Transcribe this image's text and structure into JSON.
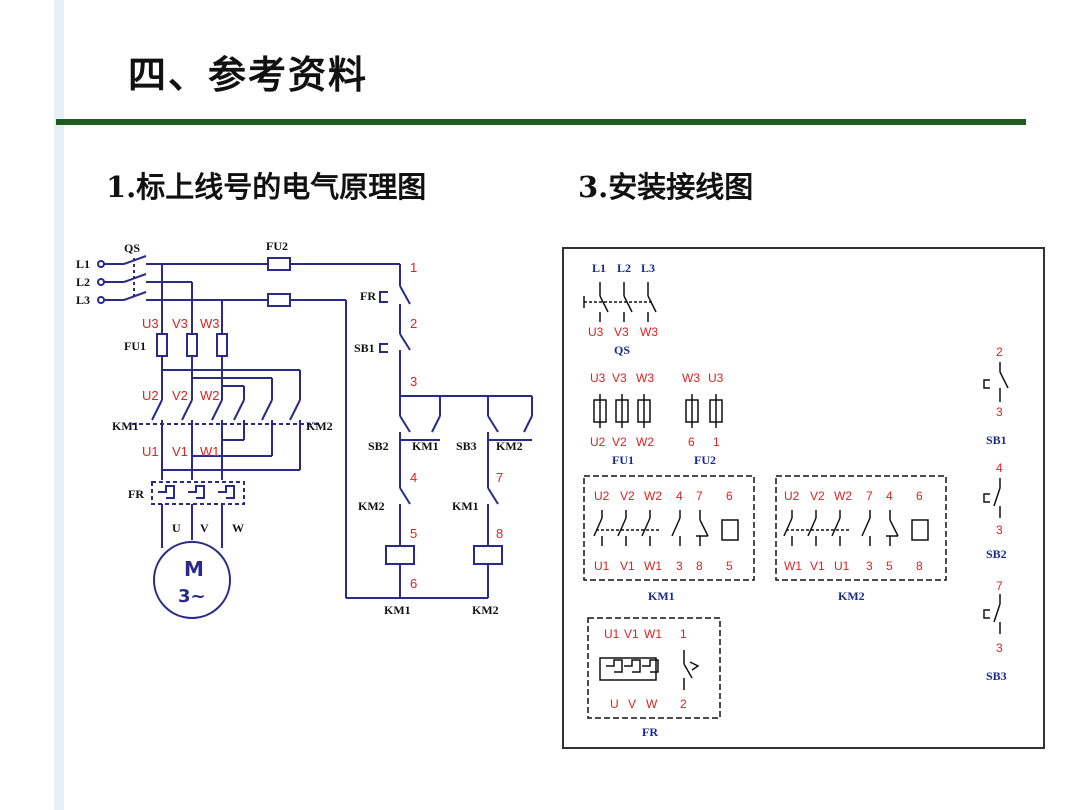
{
  "header": {
    "title": "四、参考资料"
  },
  "sections": {
    "schematic": "1.标上线号的电气原理图",
    "wiring": "3.安装接线图"
  },
  "schematic": {
    "phases": [
      "L1",
      "L2",
      "L3"
    ],
    "qs": "QS",
    "fu2": "FU2",
    "fu1": "FU1",
    "fr": "FR",
    "sb1": "SB1",
    "sb2": "SB2",
    "sb3": "SB3",
    "km1": "KM1",
    "km2": "KM2",
    "top_wires": [
      "U3",
      "V3",
      "W3"
    ],
    "mid_wires": [
      "U2",
      "V2",
      "W2"
    ],
    "low_wires": [
      "U1",
      "V1",
      "W1"
    ],
    "motor_terms": [
      "U",
      "V",
      "W"
    ],
    "motor_m": "M",
    "motor_phase": "3~",
    "nodes": [
      "1",
      "2",
      "3",
      "4",
      "5",
      "6",
      "7",
      "8"
    ]
  },
  "wiring": {
    "qs_top": [
      "L1",
      "L2",
      "L3"
    ],
    "qs_bottom": [
      "U3",
      "V3",
      "W3"
    ],
    "qs": "QS",
    "fu1_top": [
      "U3",
      "V3",
      "W3"
    ],
    "fu1_bottom": [
      "U2",
      "V2",
      "W2"
    ],
    "fu1": "FU1",
    "fu2_top": [
      "W3",
      "U3"
    ],
    "fu2_bottom": [
      "6",
      "1"
    ],
    "fu2": "FU2",
    "km1_top": [
      "U2",
      "V2",
      "W2",
      "4",
      "7",
      "6"
    ],
    "km1_bottom": [
      "U1",
      "V1",
      "W1",
      "3",
      "8",
      "5"
    ],
    "km1": "KM1",
    "km2_top": [
      "U2",
      "V2",
      "W2",
      "7",
      "4",
      "6"
    ],
    "km2_bottom": [
      "W1",
      "V1",
      "U1",
      "3",
      "5",
      "8"
    ],
    "km2": "KM2",
    "fr_top": [
      "U1",
      "V1",
      "W1",
      "1"
    ],
    "fr_bottom": [
      "U",
      "V",
      "W",
      "2"
    ],
    "fr": "FR",
    "sb1_top": "2",
    "sb1_bottom": "3",
    "sb1": "SB1",
    "sb2_top": "4",
    "sb2_bottom": "3",
    "sb2": "SB2",
    "sb3_top": "7",
    "sb3_bottom": "3",
    "sb3": "SB3"
  }
}
